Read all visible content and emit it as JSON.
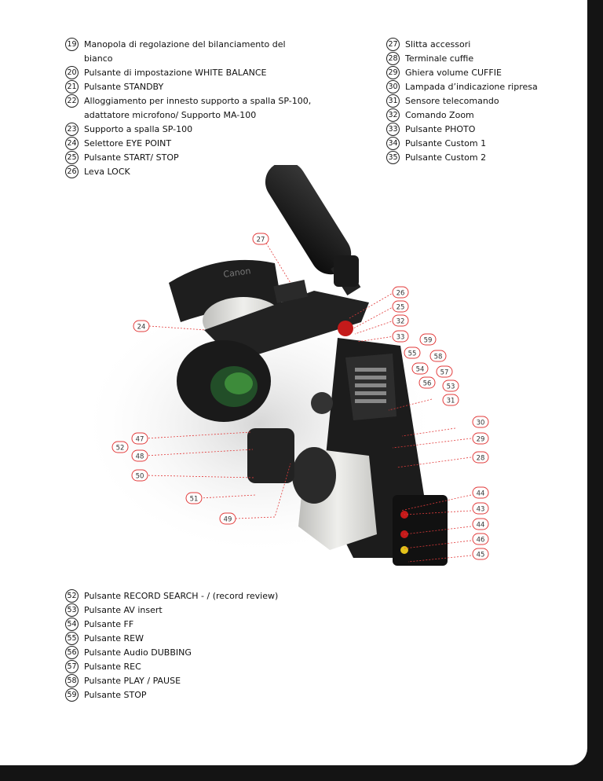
{
  "legend_left": [
    {
      "num": "19",
      "text": "Manopola di regolazione del bilanciamento del bianco"
    },
    {
      "num": "20",
      "text": "Pulsante di impostazione WHITE BALANCE"
    },
    {
      "num": "21",
      "text": "Pulsante STANDBY"
    },
    {
      "num": "22",
      "text": "Alloggiamento per innesto supporto a spalla SP-100,",
      "text2": "adattatore microfono/ Supporto MA-100"
    },
    {
      "num": "23",
      "text": "Supporto a spalla SP-100"
    },
    {
      "num": "24",
      "text": "Selettore EYE POINT"
    },
    {
      "num": "25",
      "text": "Pulsante START/ STOP"
    },
    {
      "num": "26",
      "text": "Leva LOCK"
    }
  ],
  "legend_right": [
    {
      "num": "27",
      "text": "Slitta accessori"
    },
    {
      "num": "28",
      "text": "Terminale cuffie"
    },
    {
      "num": "29",
      "text": "Ghiera volume CUFFIE"
    },
    {
      "num": "30",
      "text": "Lampada d’indicazione ripresa"
    },
    {
      "num": "31",
      "text": "Sensore telecomando"
    },
    {
      "num": "32",
      "text": "Comando Zoom"
    },
    {
      "num": "33",
      "text": "Pulsante PHOTO"
    },
    {
      "num": "34",
      "text": "Pulsante Custom 1"
    },
    {
      "num": "35",
      "text": "Pulsante Custom 2"
    }
  ],
  "legend_bottom": [
    {
      "num": "52",
      "text": "Pulsante RECORD SEARCH - / (record review)"
    },
    {
      "num": "53",
      "text": "Pulsante AV insert"
    },
    {
      "num": "54",
      "text": "Pulsante FF"
    },
    {
      "num": "55",
      "text": "Pulsante REW"
    },
    {
      "num": "56",
      "text": "Pulsante Audio DUBBING"
    },
    {
      "num": "57",
      "text": "Pulsante REC"
    },
    {
      "num": "58",
      "text": "Pulsante PLAY / PAUSE"
    },
    {
      "num": "59",
      "text": "Pulsante STOP"
    }
  ],
  "figure": {
    "brand_text": "Canon",
    "callouts": [
      "27",
      "26",
      "25",
      "32",
      "24",
      "33",
      "59",
      "55",
      "58",
      "54",
      "57",
      "56",
      "53",
      "31",
      "30",
      "47",
      "29",
      "52",
      "48",
      "28",
      "50",
      "44",
      "51",
      "43",
      "49",
      "44",
      "46",
      "45"
    ],
    "colors": {
      "callout_stroke": "#e23b3b",
      "body": "#1c1c1c",
      "silver": "#d9d9d6",
      "accent_red": "#c41a1a"
    }
  }
}
